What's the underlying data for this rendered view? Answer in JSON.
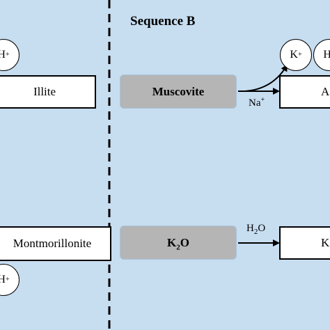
{
  "title": "Sequence B",
  "left": {
    "illite": "Illite",
    "montmorillonite": "Montmorillonite",
    "ion_top": {
      "base": "H",
      "sup": "+"
    },
    "ion_bottom": {
      "base": "H",
      "sup": "+"
    }
  },
  "middle": {
    "muscovite": "Muscovite",
    "k2o": {
      "a": "K",
      "sub": "2",
      "b": "O"
    }
  },
  "arrows": {
    "top_label": {
      "base": "Na",
      "sup": "+"
    },
    "bottom_label": {
      "a": "H",
      "sub": "2",
      "b": "O"
    }
  },
  "right": {
    "ion_k": {
      "base": "K",
      "sup": "+"
    },
    "ion_h": {
      "base": "H",
      "sup": "+"
    },
    "top_box_text": "A",
    "bottom_box_text": "K"
  },
  "colors": {
    "background": "#c7ddf0",
    "grey_box": "#b5b5b5"
  }
}
